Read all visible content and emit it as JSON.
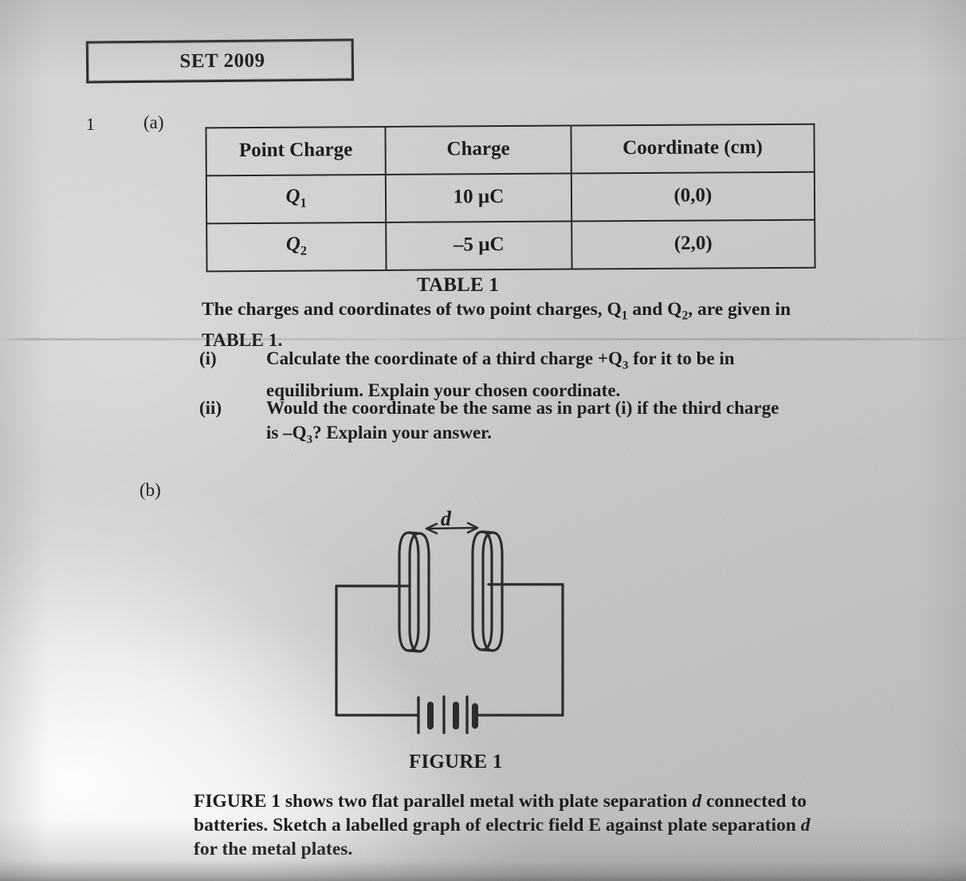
{
  "document": {
    "header_box_title": "SET 2009",
    "question_number": "1",
    "part_a_label": "(a)",
    "part_b_label": "(b)"
  },
  "table": {
    "caption": "TABLE 1",
    "headers": [
      "Point Charge",
      "Charge",
      "Coordinate (cm)"
    ],
    "rows": [
      {
        "point_charge": "Q",
        "point_charge_sub": "1",
        "charge": "10 µC",
        "coordinate": "(0,0)"
      },
      {
        "point_charge": "Q",
        "point_charge_sub": "2",
        "charge": "–5 µC",
        "coordinate": "(2,0)"
      }
    ]
  },
  "part_a": {
    "intro_line1": "The charges and coordinates of two point charges, Q",
    "intro_sub1": "1",
    "intro_line1b": " and Q",
    "intro_sub2": "2",
    "intro_line1c": ", are given in",
    "intro_line2": "TABLE 1.",
    "items": [
      {
        "marker": "(i)",
        "line1a": "Calculate the coordinate of a third charge +Q",
        "line1_sub": "3",
        "line1b": " for it to be in",
        "line2": "equilibrium. Explain your chosen coordinate."
      },
      {
        "marker": "(ii)",
        "line1": "Would the coordinate be the same as in part (i) if the third charge",
        "line2a": "is –Q",
        "line2_sub": "3",
        "line2b": "? Explain your answer."
      }
    ]
  },
  "part_b": {
    "figure_caption": "FIGURE 1",
    "figure_label_d": "d",
    "description_1a": "FIGURE 1 shows two flat parallel metal with plate separation ",
    "description_1_it": "d",
    "description_1b": " connected to",
    "description_2a": "batteries. Sketch a labelled graph of electric field E against plate separation ",
    "description_2_it": "d",
    "description_3": "for the metal  plates."
  },
  "figure_elements": {
    "plate_left": "capacitor-plate-left",
    "plate_right": "capacitor-plate-right",
    "battery": "battery-symbol",
    "separation_arrow": "separation-arrow-d",
    "circuit_wire": "circuit-wire-loop"
  },
  "colors": {
    "paper": "#c6c6c5",
    "ink": "#1c1c1c",
    "rule": "#262626"
  }
}
